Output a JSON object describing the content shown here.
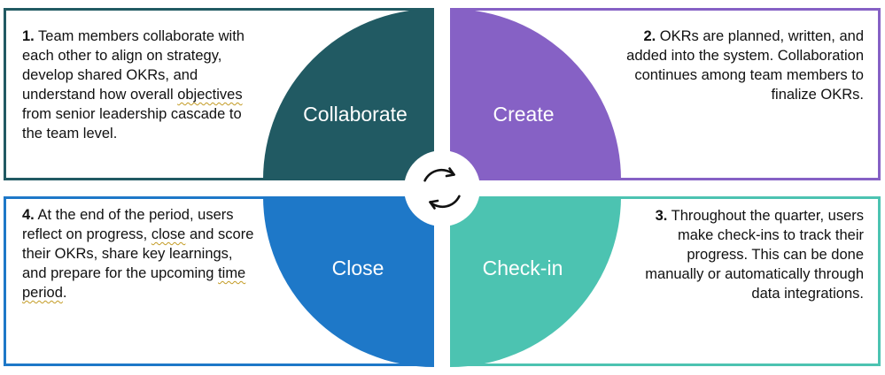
{
  "quadrants": {
    "collaborate": {
      "label": "Collaborate",
      "color": "#215a63",
      "number": "1.",
      "text_a": " Team members collaborate with each other to align on strategy, develop shared OKRs, and understand how overall ",
      "text_link": "objectives",
      "text_b": " from senior leadership cascade to the team level."
    },
    "create": {
      "label": "Create",
      "color": "#8661c5",
      "number": "2.",
      "text": " OKRs are planned, written, and added into the system. Collaboration continues among team members to finalize OKRs."
    },
    "checkin": {
      "label": "Check-in",
      "color": "#4cc3b1",
      "number": "3.",
      "text": " Throughout the quarter, users make check-ins to track their progress. This can be done manually or automatically through data integrations."
    },
    "close": {
      "label": "Close",
      "color": "#1e78c8",
      "number": "4.",
      "text_a": " At the end of the period, users reflect on progress, ",
      "text_link1": "close",
      "text_b": " and score their OKRs, share key learnings, and prepare for the upcoming ",
      "text_link2": "time period",
      "text_c": "."
    }
  },
  "center": {
    "icon": "refresh-cycle-icon"
  }
}
